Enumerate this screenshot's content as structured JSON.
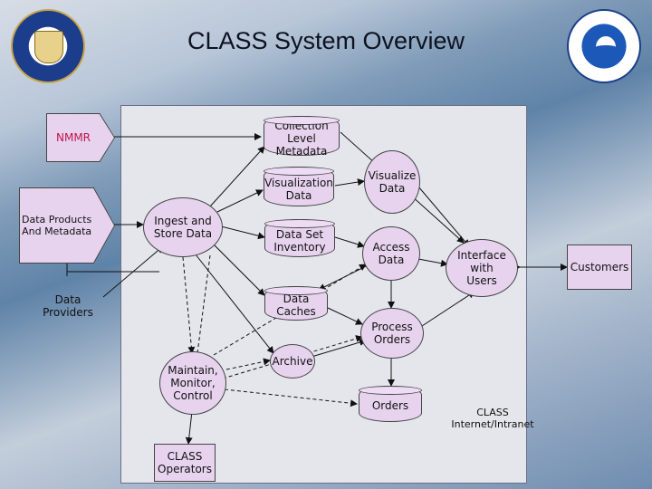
{
  "title": "CLASS System Overview",
  "nodes": {
    "nmmr": "NMMR",
    "data_products": "Data Products\nAnd Metadata",
    "data_providers": "Data\nProviders",
    "collection_metadata": "Collection\nLevel\nMetadata",
    "visualization_data": "Visualization\nData",
    "visualize_data": "Visualize\nData",
    "ingest_store": "Ingest and\nStore Data",
    "data_set_inventory": "Data Set\nInventory",
    "access_data": "Access\nData",
    "interface_users": "Interface\nwith\nUsers",
    "customers": "Customers",
    "data_caches": "Data\nCaches",
    "process_orders": "Process\nOrders",
    "archive": "Archive",
    "maintain": "Maintain,\nMonitor,\nControl",
    "orders": "Orders",
    "class_internet": "CLASS\nInternet/Intranet",
    "class_operators": "CLASS\nOperators"
  },
  "colors": {
    "node_fill": "#e7d3ee",
    "frame_fill": "#e4e6ec",
    "line": "#111111"
  }
}
